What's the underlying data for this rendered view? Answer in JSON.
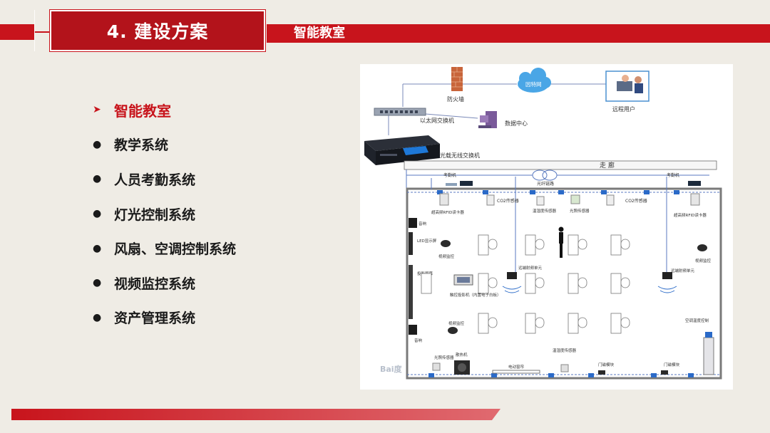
{
  "header": {
    "title": "4. 建设方案",
    "subtitle": "智能教室"
  },
  "menu": {
    "items": [
      {
        "label": "智能教室",
        "active": true
      },
      {
        "label": "教学系统",
        "active": false
      },
      {
        "label": "人员考勤系统",
        "active": false
      },
      {
        "label": "灯光控制系统",
        "active": false
      },
      {
        "label": "风扇、空调控制系统",
        "active": false
      },
      {
        "label": "视频监控系统",
        "active": false
      },
      {
        "label": "资产管理系统",
        "active": false
      }
    ]
  },
  "diagram": {
    "firewall": "防火墙",
    "internet": "因特网",
    "remote_user": "远程用户",
    "ethernet_switch": "以太网交换机",
    "data_center": "数据中心",
    "optical_switch": "光载无线交换机",
    "corridor": "走  廊",
    "fiber": "光纤链路",
    "attendance_left": "考勤机",
    "attendance_right": "考勤机",
    "co2_left": "CO2传感器",
    "co2_right": "CO2传感器",
    "temp_sensor_top": "温湿度传感器",
    "light_sensor_top": "光照传感器",
    "rfid_left": "超高频RFID读卡器",
    "rfid_right": "超高频RFID读卡器",
    "speaker_top": "音响",
    "speaker_bottom": "音响",
    "led": "LED显示屏",
    "projector": "投影屏幕",
    "camera_left_top": "视频监控",
    "camera_right": "视频监控",
    "camera_left_bottom": "视频监控",
    "remote_unit_left": "远端射频单元",
    "remote_unit_right": "远端射频单元",
    "touch_panel": "触控投影机（内置电子白板）",
    "ac_control": "空调温度控制",
    "light_sensor_bottom": "光照传感器",
    "fan": "散热机",
    "curtain": "电动窗帘",
    "temp_sensor_bottom": "温湿度传感器",
    "door_left": "门磁模块",
    "door_right": "门磁模块",
    "watermark": "Bai度"
  },
  "colors": {
    "brand_red": "#c8141c",
    "dark_red": "#b3131b",
    "background": "#efece5"
  }
}
